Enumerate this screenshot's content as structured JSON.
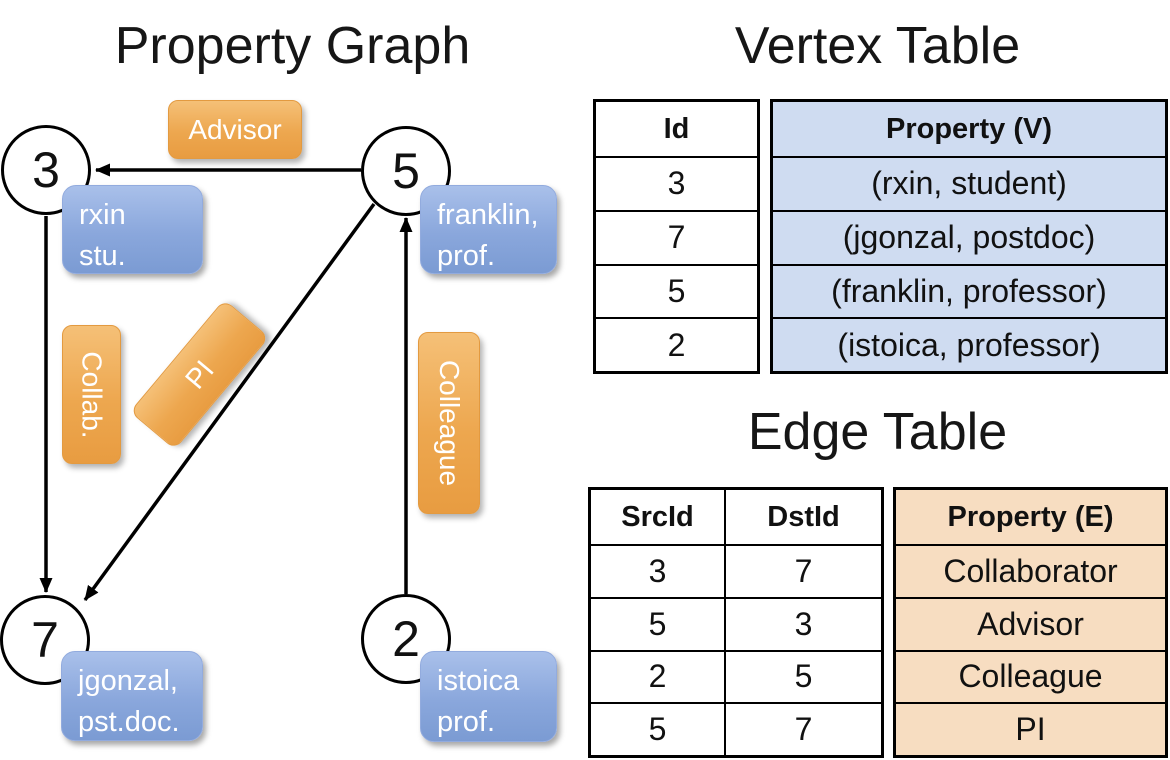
{
  "titles": {
    "graph": "Property Graph",
    "vertex_table": "Vertex Table",
    "edge_table": "Edge Table"
  },
  "graph": {
    "nodes": {
      "n3": {
        "id": "3",
        "line1": "rxin",
        "line2": "stu."
      },
      "n5": {
        "id": "5",
        "line1": "franklin,",
        "line2": "prof."
      },
      "n7": {
        "id": "7",
        "line1": "jgonzal,",
        "line2": "pst.doc."
      },
      "n2": {
        "id": "2",
        "line1": "istoica",
        "line2": "prof."
      }
    },
    "edge_labels": {
      "advisor": "Advisor",
      "collab": "Collab.",
      "pi": "PI",
      "colleague": "Colleague"
    },
    "edges": [
      {
        "from": "5",
        "to": "3",
        "label": "Advisor"
      },
      {
        "from": "3",
        "to": "7",
        "label": "Collab."
      },
      {
        "from": "5",
        "to": "7",
        "label": "PI"
      },
      {
        "from": "2",
        "to": "5",
        "label": "Colleague"
      }
    ]
  },
  "vertex_table": {
    "col_id": "Id",
    "col_property": "Property (V)",
    "rows": [
      [
        "3",
        "(rxin, student)"
      ],
      [
        "7",
        "(jgonzal, postdoc)"
      ],
      [
        "5",
        "(franklin, professor)"
      ],
      [
        "2",
        "(istoica, professor)"
      ]
    ]
  },
  "edge_table": {
    "col_src": "SrcId",
    "col_dst": "DstId",
    "col_property": "Property (E)",
    "rows": [
      [
        "3",
        "7",
        "Collaborator"
      ],
      [
        "5",
        "3",
        "Advisor"
      ],
      [
        "2",
        "5",
        "Colleague"
      ],
      [
        "5",
        "7",
        "PI"
      ]
    ]
  },
  "colors": {
    "vertex_property_bg": "#cfdcf1",
    "edge_property_bg": "#f7ddc1",
    "node_property_box": "#8aa7dc",
    "edge_label_box": "#eda74f",
    "line": "#000000"
  }
}
